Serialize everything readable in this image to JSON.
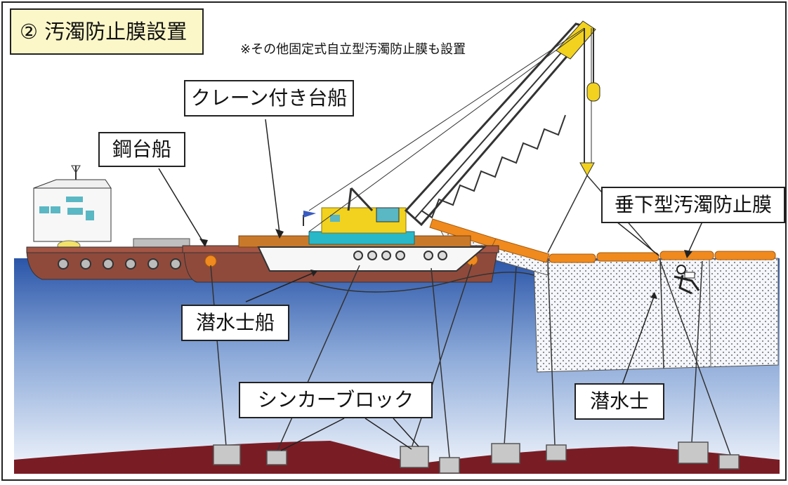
{
  "title": "② 汚濁防止膜設置",
  "note": "※その他固定式自立型汚濁防止膜も設置",
  "labels": {
    "crane_barge": "クレーン付き台船",
    "steel_barge": "鋼台船",
    "silt_curtain": "垂下型汚濁防止膜",
    "diver_boat": "潜水士船",
    "sinker_block": "シンカーブロック",
    "diver": "潜水士"
  },
  "colors": {
    "title_bg": "#fbf7c8",
    "sea_top": "#2a55a8",
    "sea_bottom": "#eef3fb",
    "seabed": "#7a1c24",
    "hull": "#8f4a3c",
    "crane": "#f2d21e",
    "float": "#f08a1e",
    "block": "#c8c8c8"
  }
}
